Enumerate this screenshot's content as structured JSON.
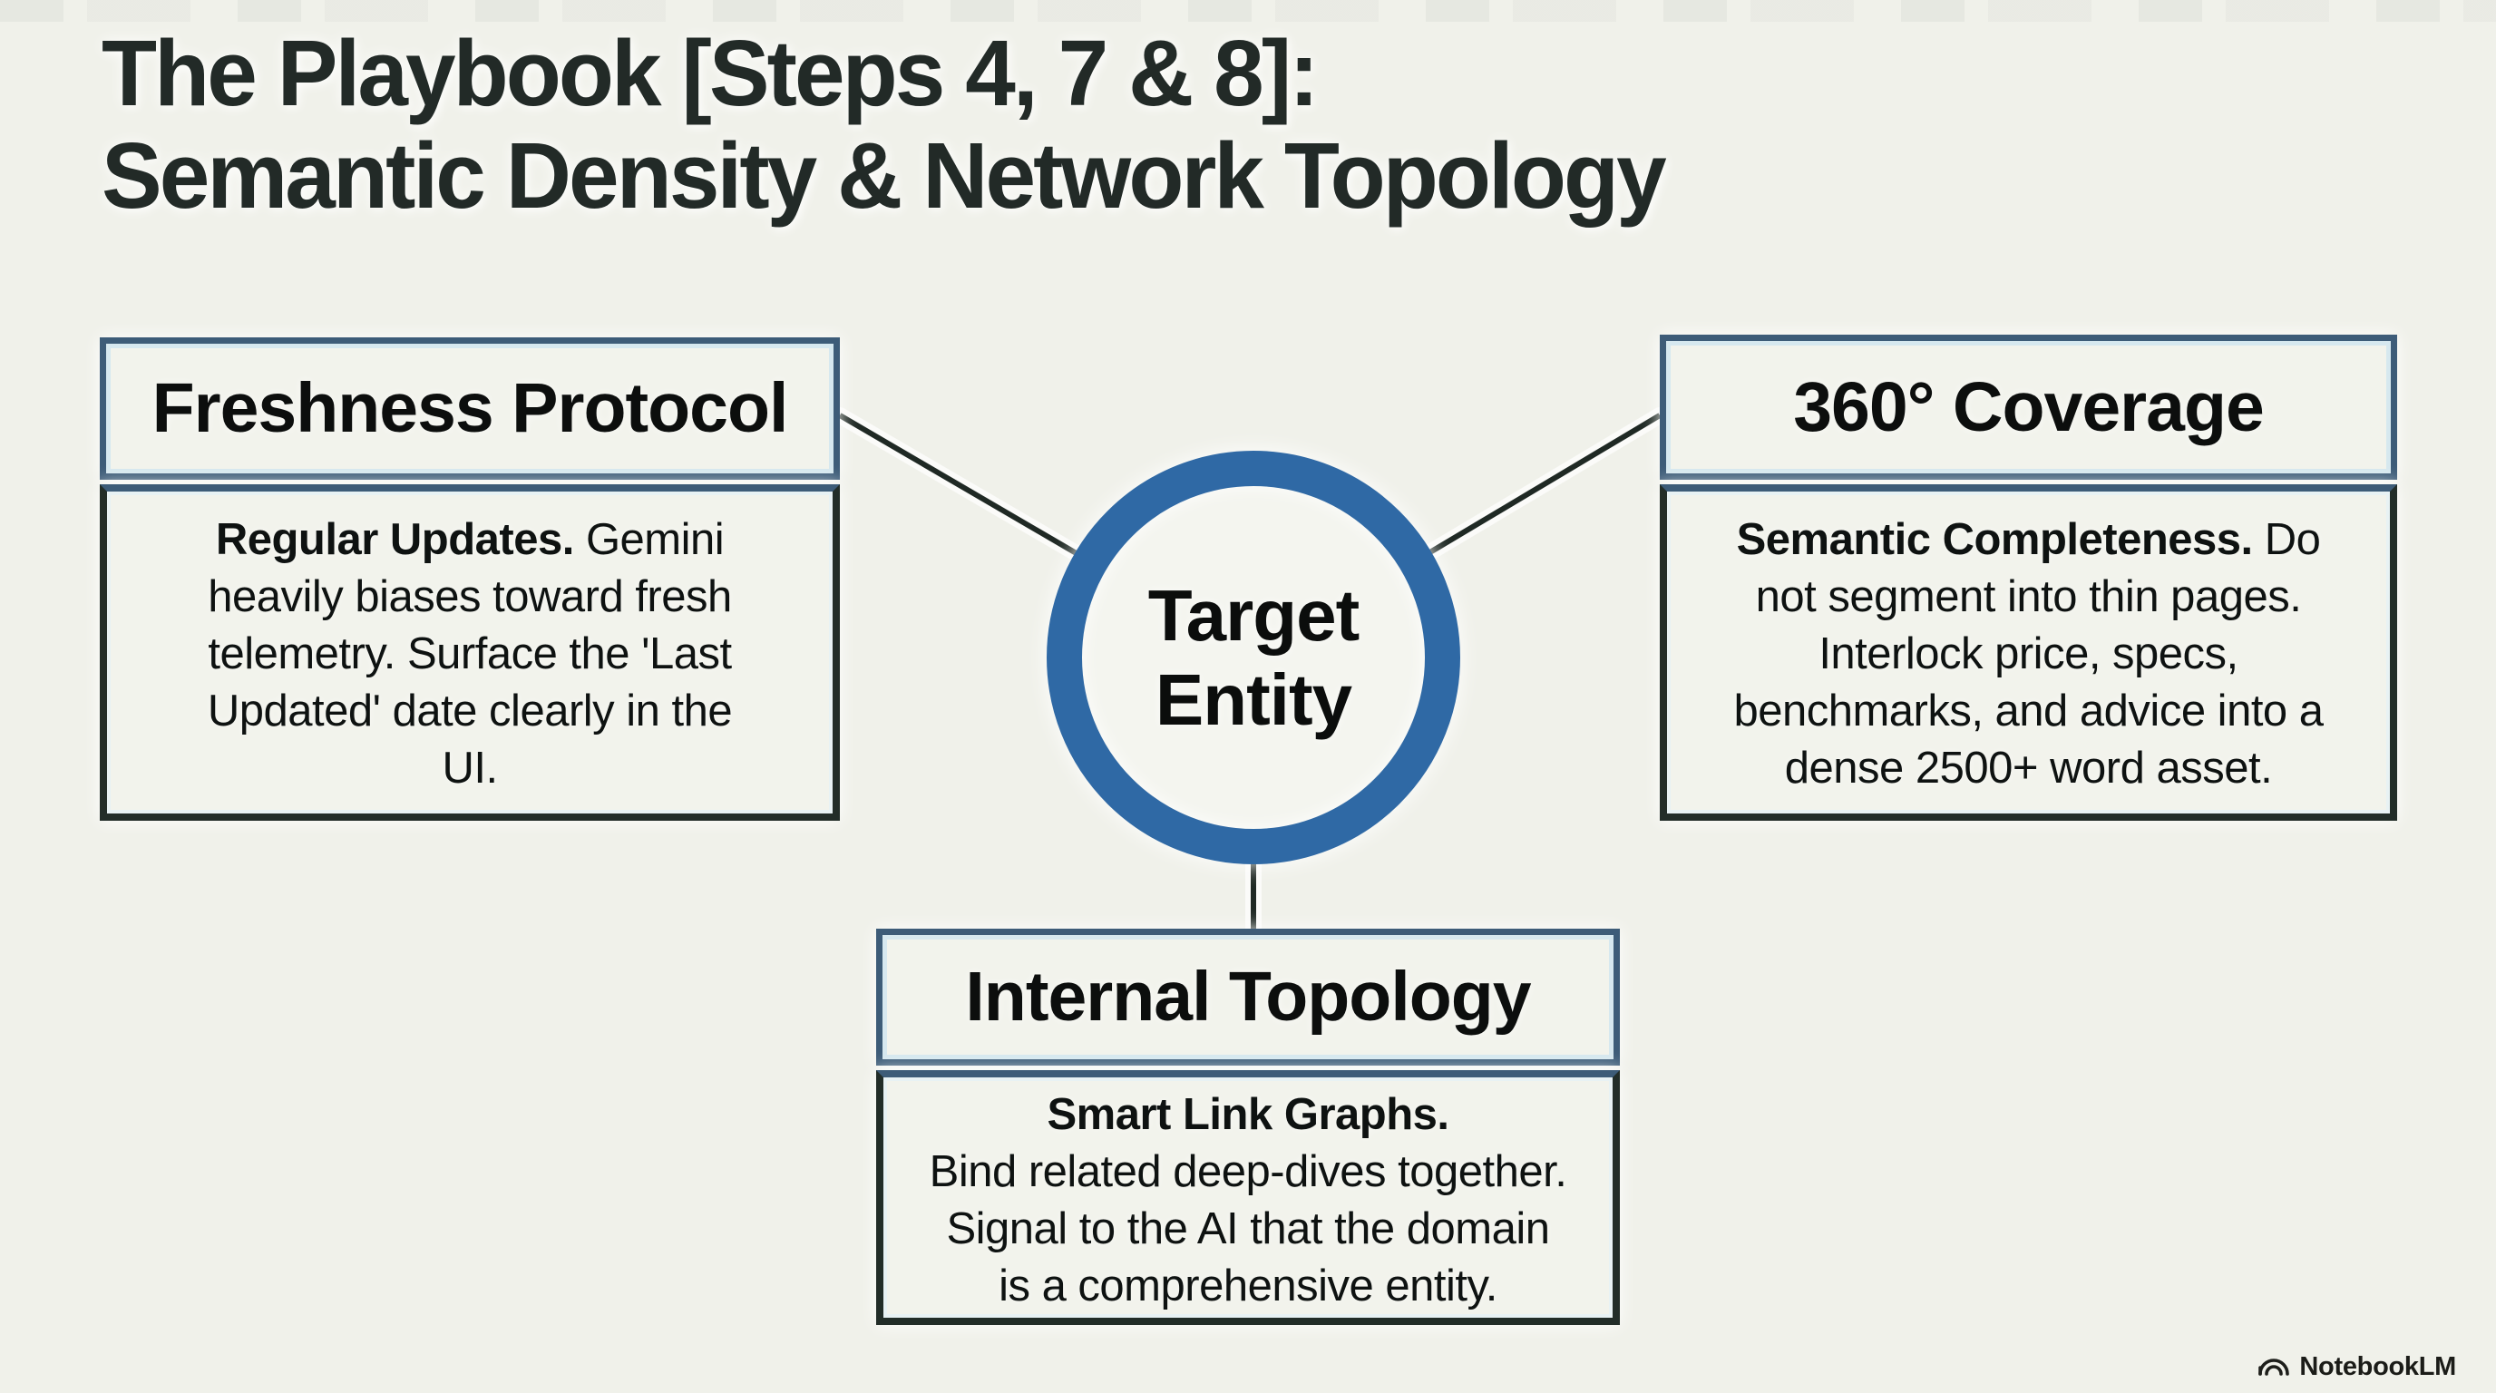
{
  "colors": {
    "bg": "#f0f1ea",
    "fill": "#f2f3ec",
    "ink": "#222a27",
    "body_ink": "#0e1211",
    "ring": "#2f69a5",
    "header_border": "#3d5c78",
    "header_highlight": "#d6e8ef",
    "body_border": "#222d28",
    "connector": "#1f2924",
    "footer_ink": "#1b1c18"
  },
  "title": {
    "line1": "The Playbook [Steps 4, 7 & 8]:",
    "line2": "Semantic Density & Network Topology"
  },
  "center_node": {
    "line1": "Target",
    "line2": "Entity"
  },
  "boxes": {
    "freshness": {
      "header": "Freshness Protocol",
      "body_lines": [
        {
          "bold": "Regular Updates.",
          "rest": " Gemini"
        },
        {
          "rest": "heavily biases toward fresh"
        },
        {
          "rest": "telemetry. Surface the 'Last"
        },
        {
          "rest": "Updated' date clearly in the"
        },
        {
          "rest": "UI."
        }
      ]
    },
    "coverage": {
      "header": "360° Coverage",
      "body_lines": [
        {
          "bold": "Semantic Completeness.",
          "rest": " Do"
        },
        {
          "rest": "not segment into thin pages."
        },
        {
          "rest": "Interlock price, specs,"
        },
        {
          "rest": "benchmarks, and advice into a"
        },
        {
          "rest": "dense 2500+ word asset."
        }
      ]
    },
    "topology": {
      "header": "Internal Topology",
      "body_lines": [
        {
          "bold": "Smart Link Graphs."
        },
        {
          "rest": "Bind related deep-dives together."
        },
        {
          "rest": "Signal to the AI that the domain"
        },
        {
          "rest": "is a comprehensive entity."
        }
      ]
    }
  },
  "footer": {
    "brand": "NotebookLM"
  }
}
